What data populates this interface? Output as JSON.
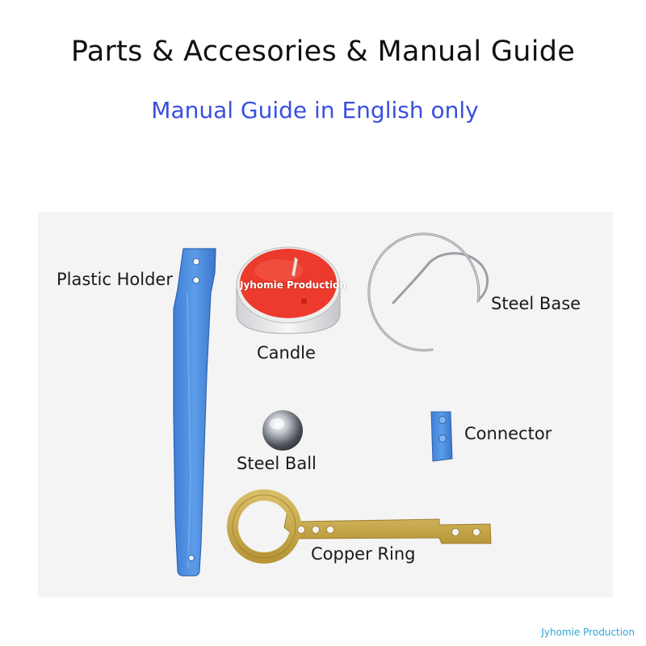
{
  "header": {
    "title": "Parts & Accesories & Manual Guide",
    "subtitle": "Manual Guide in English only"
  },
  "parts": {
    "plastic_holder": "Plastic Holder",
    "candle": "Candle",
    "steel_base": "Steel Base",
    "steel_ball": "Steel Ball",
    "connector": "Connector",
    "copper_ring": "Copper Ring"
  },
  "watermark": "Jyhomie Production",
  "footer": {
    "credit": "Jyhomie Production"
  },
  "colors": {
    "subtitle": "#3a4fe0",
    "plastic_blue": "#4d8ee0",
    "candle_wax": "#ec3a2c",
    "copper": "#c9a94e",
    "credit": "#2aa7d8"
  }
}
